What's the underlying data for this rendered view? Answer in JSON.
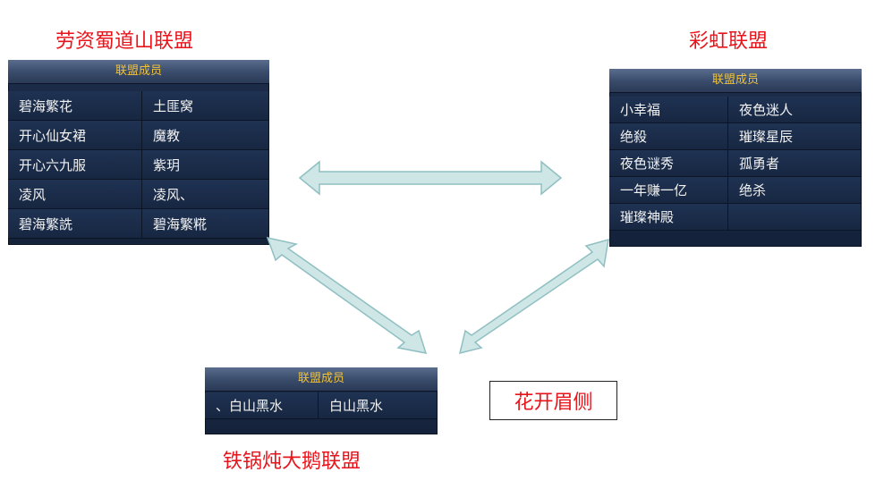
{
  "alliances": {
    "left": {
      "title": "劳资蜀道山联盟",
      "header": "联盟成员",
      "members": [
        "碧海繁花",
        "土匪窝",
        "开心仙女裙",
        "魔教",
        "开心六九服",
        "紫玥",
        "凌风",
        "凌风、",
        "碧海繁詵",
        "碧海繁糀"
      ]
    },
    "right": {
      "title": "彩虹联盟",
      "header": "联盟成员",
      "members": [
        "小幸福",
        "夜色迷人",
        "绝殺",
        "璀璨星辰",
        "夜色谜秀",
        "孤勇者",
        "一年赚一亿",
        "绝杀",
        "璀璨神殿",
        ""
      ]
    },
    "bottom": {
      "title": "铁锅炖大鹅联盟",
      "header": "联盟成员",
      "members": [
        "、白山黑水",
        "白山黑水"
      ]
    }
  },
  "note": "花开眉侧",
  "colors": {
    "title_red": "#e8141b",
    "header_gold": "#f0c23a",
    "arrow_fill": "#cfe6e6",
    "arrow_stroke": "#8fbfc2"
  }
}
